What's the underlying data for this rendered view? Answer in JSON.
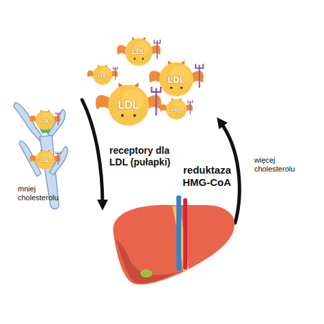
{
  "diagram": {
    "nodes": [
      {
        "text": [
          "LDL"
        ]
      },
      {
        "text": [
          "LDL"
        ]
      },
      {
        "text": [
          "LDL"
        ]
      },
      {
        "text": [
          "LDL"
        ]
      },
      {
        "text": [
          "LDL"
        ]
      },
      {
        "text": [
          "LDL"
        ]
      },
      {
        "text": [
          "LDL"
        ]
      }
    ],
    "labels": [
      "receptory dla LDL (pułapki)",
      "mniej cholesterolu",
      "reduktaza HMG-CoA",
      "więcej cholesterolu"
    ]
  }
}
